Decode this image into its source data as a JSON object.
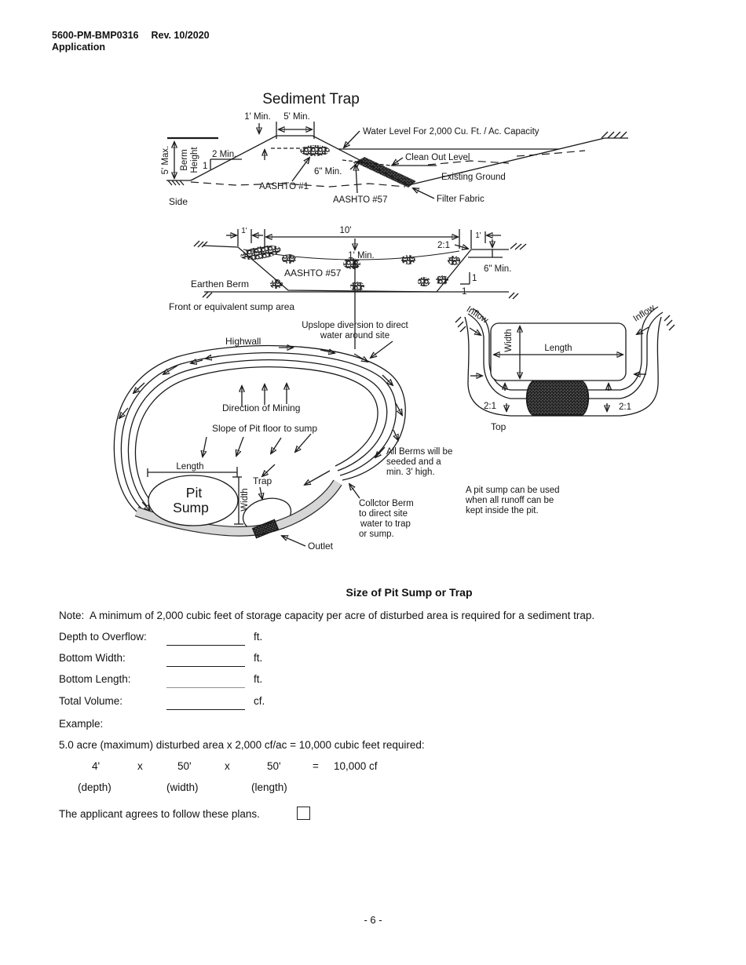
{
  "header": {
    "form_number": "5600-PM-BMP0316",
    "revision": "Rev. 10/2020",
    "subtitle": "Application"
  },
  "diagram": {
    "title": "Sediment Trap",
    "side_view": {
      "labels": {
        "one_min": "1' Min.",
        "five_min": "5' Min.",
        "water_level": "Water Level For 2,000 Cu. Ft. / Ac. Capacity",
        "clean_out": "Clean Out Level",
        "existing_ground": "Existing Ground",
        "filter_fabric": "Filter Fabric",
        "aashto_1": "AASHTO #1",
        "aashto_57": "AASHTO #57",
        "six_in_min": "6\" Min.",
        "five_max": "5' Max.",
        "berm": "Berm",
        "height": "Height",
        "two_min": "2 Min.",
        "one": "1",
        "view_name": "Side"
      }
    },
    "front_view": {
      "labels": {
        "ten_ft": "10'",
        "one_ft_left": "1'",
        "one_ft_right": "1'",
        "one_ft_min": "1' Min.",
        "two_to_one": "2:1",
        "six_in_min": "6\" Min.",
        "aashto_57": "AASHTO #57",
        "earthen_berm": "Earthen Berm",
        "one_top": "1",
        "one_bottom": "1",
        "caption": "Front or equivalent sump area"
      }
    },
    "plan_view": {
      "labels": {
        "highwall": "Highwall",
        "upslope_1": "Upslope diversion to direct",
        "upslope_2": "water around site",
        "direction": "Direction of Mining",
        "slope_pit": "Slope of Pit floor to sump",
        "length": "Length",
        "pit": "Pit",
        "sump": "Sump",
        "width": "Width",
        "trap": "Trap",
        "outlet": "Outlet",
        "berms_note_1": "All Berms will be",
        "berms_note_2": "seeded and a",
        "berms_note_3": "min. 3' high.",
        "collector_1": "Collctor Berm",
        "collector_2": "to direct site",
        "collector_3": "water to trap",
        "collector_4": "or sump."
      }
    },
    "top_view": {
      "labels": {
        "inflow_left": "Inflow",
        "inflow_right": "Inflow",
        "width": "Width",
        "length": "Length",
        "two_to_one_left": "2:1",
        "two_to_one_right": "2:1",
        "view_name": "Top",
        "note_1": "A pit sump can be used",
        "note_2": "when all runoff can be",
        "note_3": "kept inside the pit."
      }
    }
  },
  "form": {
    "heading": "Size of Pit Sump or Trap",
    "note": "Note:  A minimum of 2,000 cubic feet of storage capacity per acre of disturbed area is required for a sediment trap.",
    "fields": [
      {
        "label": "Depth to Overflow:",
        "value": "",
        "unit": "ft."
      },
      {
        "label": "Bottom Width:",
        "value": "",
        "unit": "ft."
      },
      {
        "label": "Bottom Length:",
        "value": "",
        "unit": "ft."
      },
      {
        "label": "Total Volume:",
        "value": "",
        "unit": "cf."
      }
    ],
    "example_label": "Example:",
    "example_text": "5.0 acre (maximum) disturbed area x 2,000 cf/ac = 10,000 cubic feet required:",
    "calc": {
      "depth": "4'",
      "x1": "x",
      "width": "50'",
      "x2": "x",
      "length": "50'",
      "equals": "=",
      "result": "10,000 cf"
    },
    "captions": {
      "depth": "(depth)",
      "width": "(width)",
      "length": "(length)"
    },
    "agreement": "The applicant agrees to follow these plans.",
    "checkbox_checked": false
  },
  "footer": {
    "page_number": "- 6 -"
  }
}
